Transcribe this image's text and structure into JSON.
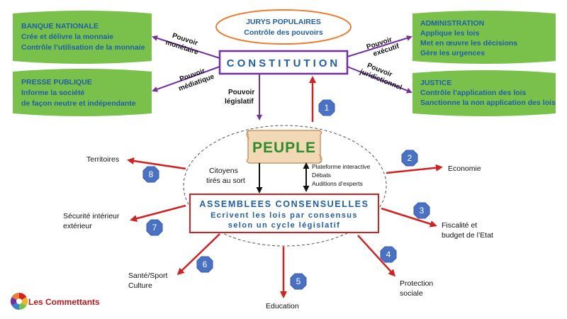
{
  "colors": {
    "green": "#79c14a",
    "blue_text": "#1f5fa8",
    "purple": "#7030a0",
    "red": "#d42020",
    "orange": "#ed7d31",
    "peuple_green": "#2e8b2e",
    "badge": "#4a72c4",
    "scroll": "#f2d9b6",
    "scroll_border": "#c99666"
  },
  "jurys": {
    "title": "JURYS POPULAIRES",
    "subtitle": "Contrôle des pouvoirs"
  },
  "constitution": {
    "label": "CONSTITUTION"
  },
  "banque": {
    "title": "BANQUE NATIONALE",
    "lines": [
      "Crée et délivre la monnaie",
      "Contrôle l’utilisation de la monnaie"
    ]
  },
  "presse": {
    "title": "PRESSE PUBLIQUE",
    "lines": [
      "Informe la société",
      "de façon neutre et indépendante"
    ]
  },
  "administration": {
    "title": "ADMINISTRATION",
    "lines": [
      "Applique les lois",
      "Met en œuvre les décisions",
      "Gère les urgences"
    ]
  },
  "justice": {
    "title": "JUSTICE",
    "lines": [
      "Contrôle l’application des lois",
      "Sanctionne la non application des lois"
    ]
  },
  "powers": {
    "monetaire": [
      "Pouvoir",
      "monétaire"
    ],
    "mediatique": [
      "Pouvoir",
      "médiatique"
    ],
    "executif": [
      "Pouvoir",
      "exécutif"
    ],
    "juridictionnel": [
      "Pouvoir",
      "juridictionnel"
    ],
    "legislatif": [
      "Pouvoir",
      "législatif"
    ]
  },
  "peuple": {
    "label": "PEUPLE"
  },
  "citoyens": [
    "Citoyens",
    "tirés au sort"
  ],
  "plateforme": [
    "Plateforme interactive",
    "Débats",
    "Auditions d’experts"
  ],
  "assemblees": {
    "title": "ASSEMBLEES CONSENSUELLES",
    "lines": [
      "Ecrivent les lois par consensus",
      "selon un cycle législatif"
    ]
  },
  "badges": [
    "1",
    "2",
    "3",
    "4",
    "5",
    "6",
    "7",
    "8"
  ],
  "outputs": {
    "economie": [
      "Economie"
    ],
    "fiscalite": [
      "Fiscalité et",
      "budget de l’Etat"
    ],
    "protection": [
      "Protection",
      "sociale"
    ],
    "education": [
      "Education"
    ],
    "sante": [
      "Santé/Sport",
      "Culture"
    ],
    "securite": [
      "Sécurité intérieur",
      "extérieur"
    ],
    "territoires": [
      "Territoires"
    ]
  },
  "logo": {
    "label": "Les Commettants"
  }
}
